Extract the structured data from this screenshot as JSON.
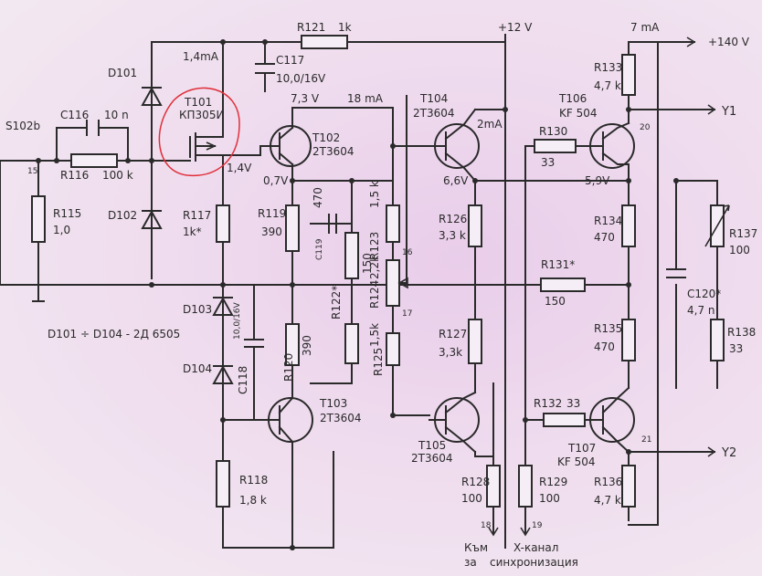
{
  "supplies": {
    "v12": "+12 V",
    "v140": "+140 V",
    "i7": "7 mA"
  },
  "currents": {
    "c14": "1,4mA",
    "c18": "18 mA",
    "c2": "2mA"
  },
  "voltages": {
    "v73": "7,3 V",
    "v14": "1,4V",
    "v07": "0,7V",
    "v66": "6,6V",
    "v59": "5,9V"
  },
  "input": {
    "name": "S102b",
    "node": "15"
  },
  "components": {
    "r121": {
      "ref": "R121",
      "value": "1k"
    },
    "c117": {
      "ref": "C117",
      "value": "10,0/16V"
    },
    "c116": {
      "ref": "C116",
      "value": "10 n"
    },
    "r116": {
      "ref": "R116",
      "value": "100 k"
    },
    "r115": {
      "ref": "R115",
      "value": "1,0"
    },
    "d101": {
      "ref": "D101"
    },
    "d102": {
      "ref": "D102"
    },
    "d103": {
      "ref": "D103"
    },
    "d104": {
      "ref": "D104"
    },
    "t101": {
      "ref": "T101",
      "type": "КП305И"
    },
    "t102": {
      "ref": "T102",
      "type": "2T3604"
    },
    "t103": {
      "ref": "T103",
      "type": "2T3604"
    },
    "t104": {
      "ref": "T104",
      "type": "2T3604"
    },
    "t105": {
      "ref": "T105",
      "type": "2T3604"
    },
    "t106": {
      "ref": "T106",
      "type": "KF 504"
    },
    "t107": {
      "ref": "T107",
      "type": "KF 504"
    },
    "r117": {
      "ref": "R117",
      "value": "1k*"
    },
    "r119": {
      "ref": "R119",
      "value": "390"
    },
    "c119": {
      "ref": "C119",
      "value": "470"
    },
    "r122": {
      "ref": "R122*",
      "value": "150"
    },
    "r120": {
      "ref": "R120",
      "value": "390"
    },
    "c118": {
      "ref": "C118",
      "value": "10,0/16V"
    },
    "r118": {
      "ref": "R118",
      "value": "1,8 k"
    },
    "r123": {
      "ref": "R123",
      "value": "1,5 k"
    },
    "r124": {
      "ref": "R124",
      "value": "2,2k"
    },
    "r125": {
      "ref": "R125",
      "value": "1,5k"
    },
    "r126": {
      "ref": "R126",
      "value": "3,3 k"
    },
    "r127": {
      "ref": "R127",
      "value": "3,3k"
    },
    "r128": {
      "ref": "R128",
      "value": "100"
    },
    "r129": {
      "ref": "R129",
      "value": "100"
    },
    "r130": {
      "ref": "R130",
      "value": "33"
    },
    "r131": {
      "ref": "R131*",
      "value": "150"
    },
    "r132": {
      "ref": "R132",
      "value": "33"
    },
    "r133": {
      "ref": "R133",
      "value": "4,7 k"
    },
    "r134": {
      "ref": "R134",
      "value": "470"
    },
    "r135": {
      "ref": "R135",
      "value": "470"
    },
    "r136": {
      "ref": "R136",
      "value": "4,7 k"
    },
    "r137": {
      "ref": "R137",
      "value": "100"
    },
    "r138": {
      "ref": "R138",
      "value": "33"
    },
    "c120": {
      "ref": "C120*",
      "value": "4,7 n"
    }
  },
  "diode_note": "D101 ÷ D104 - 2Д 6505",
  "nodes": {
    "n16": "16",
    "n17": "17",
    "n18": "18",
    "n19": "19",
    "n20": "20",
    "n21": "21"
  },
  "outputs": {
    "y1": "Y1",
    "y2": "Y2"
  },
  "captions": {
    "left": "Към",
    "left2": "за",
    "right": "X-канал",
    "right2": "синхронизация"
  },
  "colors": {
    "ink": "#2a2a2a",
    "paper": "#efdcee",
    "highlight": "#e0303a"
  }
}
